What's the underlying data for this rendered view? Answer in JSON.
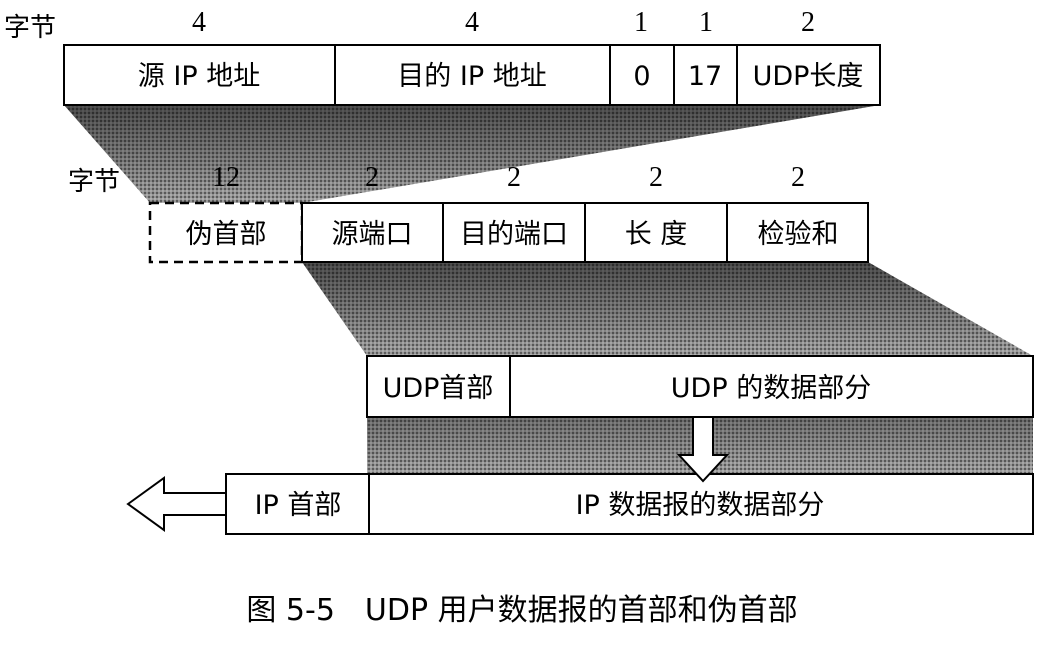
{
  "pseudo_header": {
    "unit_label": "字节",
    "byte_counts": [
      "4",
      "4",
      "1",
      "1",
      "2"
    ],
    "fields": [
      "源 IP 地址",
      "目的 IP 地址",
      "0",
      "17",
      "UDP长度"
    ]
  },
  "udp_header": {
    "unit_label": "字节",
    "byte_counts": [
      "12",
      "2",
      "2",
      "2",
      "2"
    ],
    "pseudo_label": "伪首部",
    "fields": [
      "源端口",
      "目的端口",
      "长 度",
      "检验和"
    ]
  },
  "udp_datagram": {
    "header_label": "UDP首部",
    "data_label": "UDP 的数据部分"
  },
  "ip_datagram": {
    "header_label": "IP 首部",
    "data_label": "IP 数据报的数据部分"
  },
  "caption": "图 5-5　UDP 用户数据报的首部和伪首部"
}
